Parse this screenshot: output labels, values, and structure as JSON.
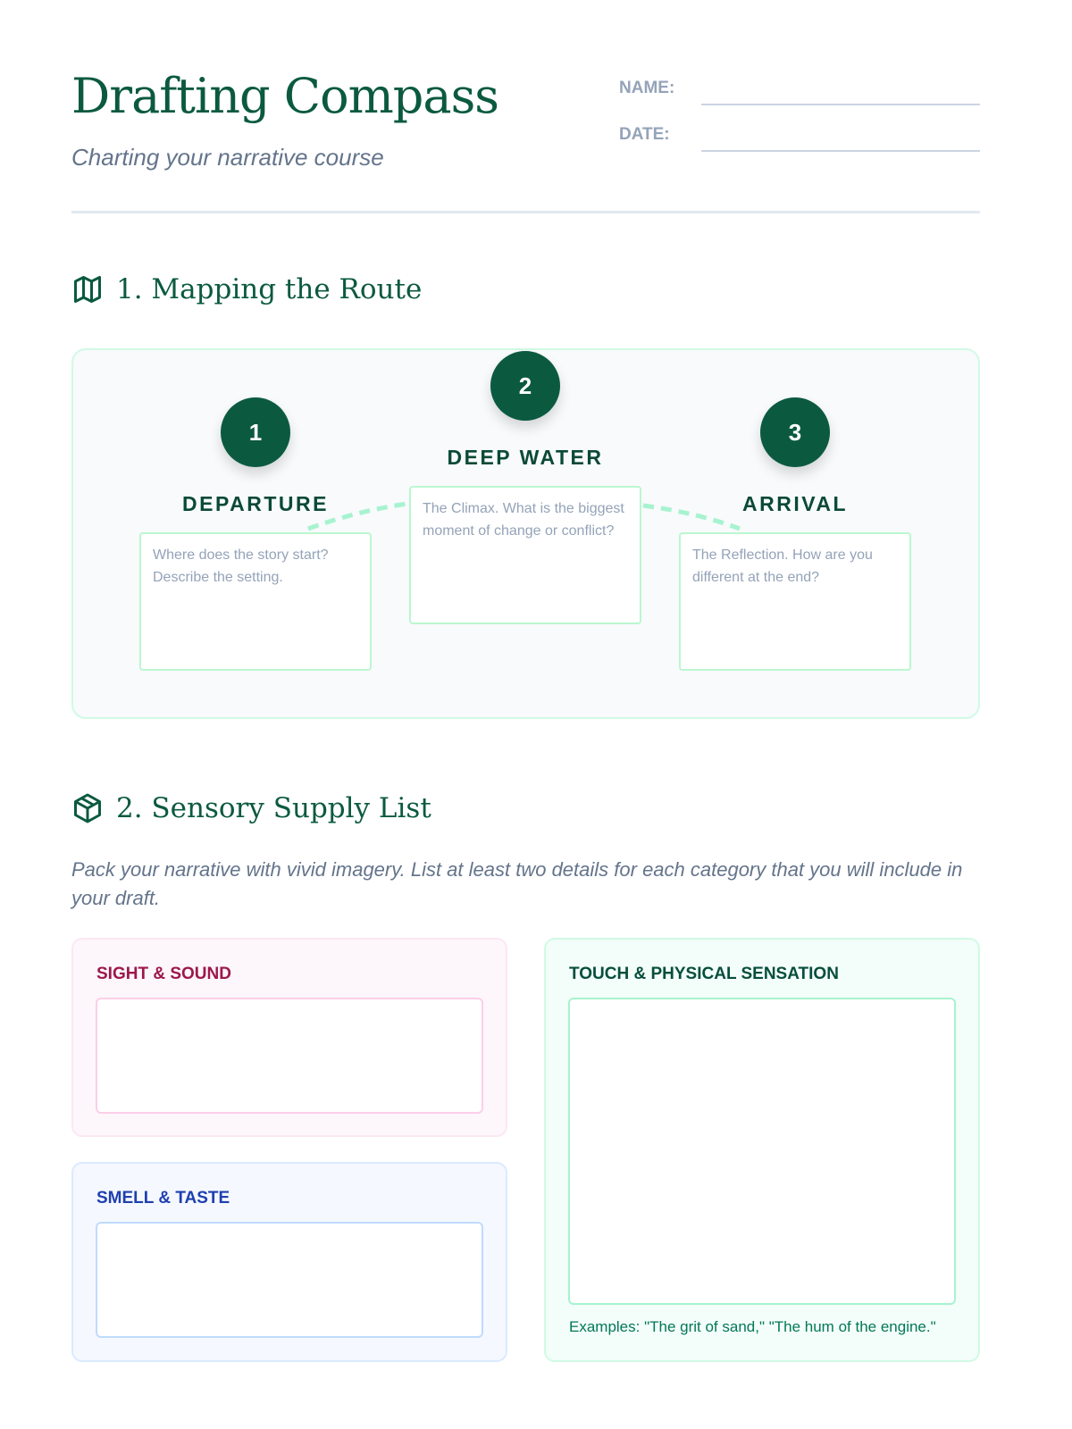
{
  "header": {
    "title": "Drafting Compass",
    "subtitle": "Charting your narrative course",
    "name_label": "NAME:",
    "date_label": "DATE:"
  },
  "section1": {
    "heading": "1. Mapping the Route",
    "icon": "map-icon",
    "stages": [
      {
        "number": "1",
        "label": "DEPARTURE",
        "prompt": "Where does the story start? Describe the setting."
      },
      {
        "number": "2",
        "label": "DEEP WATER",
        "prompt": "The Climax. What is the biggest moment of change or conflict?"
      },
      {
        "number": "3",
        "label": "ARRIVAL",
        "prompt": "The Reflection. How are you different at the end?"
      }
    ]
  },
  "section2": {
    "heading": "2. Sensory Supply List",
    "icon": "package-icon",
    "intro": "Pack your narrative with vivid imagery. List at least two details for each category that you will include in your draft.",
    "cards": [
      {
        "label": "SIGHT & SOUND",
        "color": "#9d174d"
      },
      {
        "label": "SMELL & TASTE",
        "color": "#1e40af"
      },
      {
        "label": "TOUCH & PHYSICAL SENSATION",
        "color": "#064e3b",
        "examples": "Examples: \"The grit of sand,\" \"The hum of the engine.\""
      }
    ]
  },
  "colors": {
    "brand": "#0b5a40",
    "mint": "#d1fae5"
  }
}
